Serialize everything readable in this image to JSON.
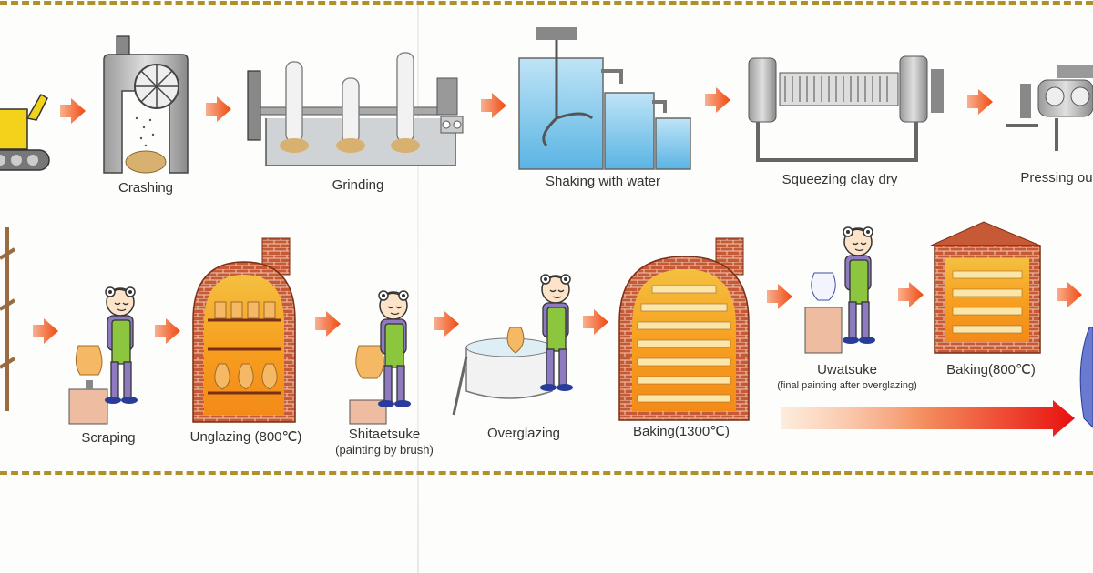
{
  "steps_top": [
    {
      "label": "Crashing"
    },
    {
      "label": "Grinding"
    },
    {
      "label": "Shaking with water"
    },
    {
      "label": "Squeezing clay dry"
    },
    {
      "label": "Pressing ou"
    }
  ],
  "steps_bottom": [
    {
      "label": "Scraping"
    },
    {
      "label": "Unglazing (800℃)"
    },
    {
      "label": "Shitaetsuke",
      "sublabel": "(painting by brush)"
    },
    {
      "label": "Overglazing"
    },
    {
      "label": "Baking(1300℃)"
    },
    {
      "label": "Uwatsuke",
      "sublabel": "(final painting after overglazing)"
    },
    {
      "label": "Baking(800℃)"
    }
  ],
  "colors": {
    "arrow": "#f04a10",
    "dash": "#b0902a",
    "brick": "#c65a36",
    "fire": "#f7a020",
    "machine": "#8c8c8c",
    "water": "#5ab4e4",
    "apron": "#8cc63f",
    "shirt": "#8e7ac0"
  },
  "icons": [
    "excavator-icon",
    "crusher-icon",
    "grinder-icon",
    "water-tank-icon",
    "filter-press-icon",
    "pug-mill-icon",
    "shelf-icon",
    "worker-icon",
    "kiln-icon",
    "arrow-icon"
  ]
}
